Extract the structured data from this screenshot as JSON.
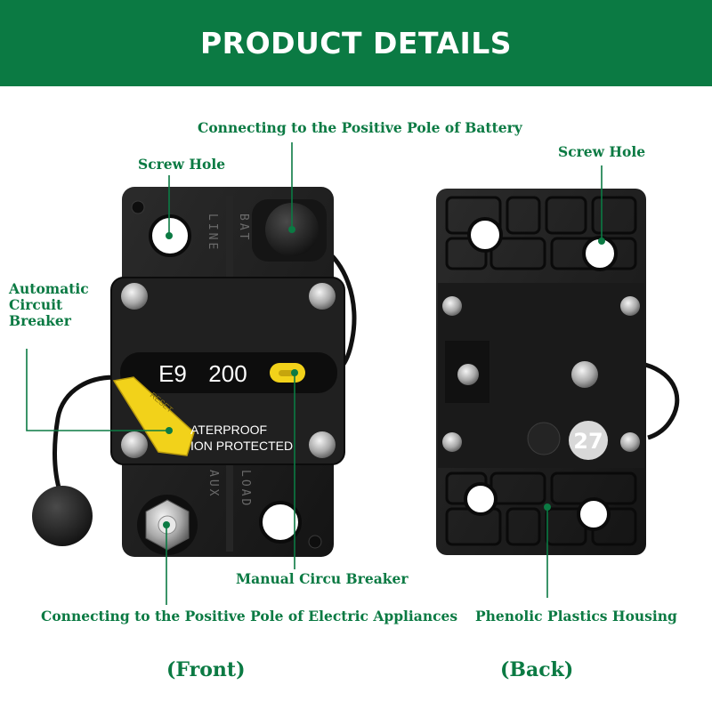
{
  "header": {
    "title": "PRODUCT DETAILS"
  },
  "front": {
    "label_battery": "Connecting to the Positive Pole of Battery",
    "label_screw_hole": "Screw Hole",
    "label_automatic": [
      "Automatic",
      "Circuit",
      "Breaker"
    ],
    "label_manual": "Manual Circu Breaker",
    "label_appliances": "Connecting to the Positive Pole of Electric Appliances",
    "caption": "(Front)",
    "engraving_line": "LINE",
    "engraving_bat": "BAT",
    "engraving_aux": "AUX",
    "engraving_load": "LOAD",
    "model_code": "E9",
    "amperage": "200",
    "text_line1": "ATERPROOF",
    "text_line2": "ION PROTECTED",
    "reset_tab_text": "RESET"
  },
  "back": {
    "label_screw_hole": "Screw Hole",
    "label_housing": "Phenolic Plastics Housing",
    "caption": "(Back)",
    "mold_number": "27"
  },
  "colors": {
    "brand_green": "#0b7a43",
    "housing_black": "#1d1d1d",
    "accent_yellow": "#f2d21a"
  }
}
